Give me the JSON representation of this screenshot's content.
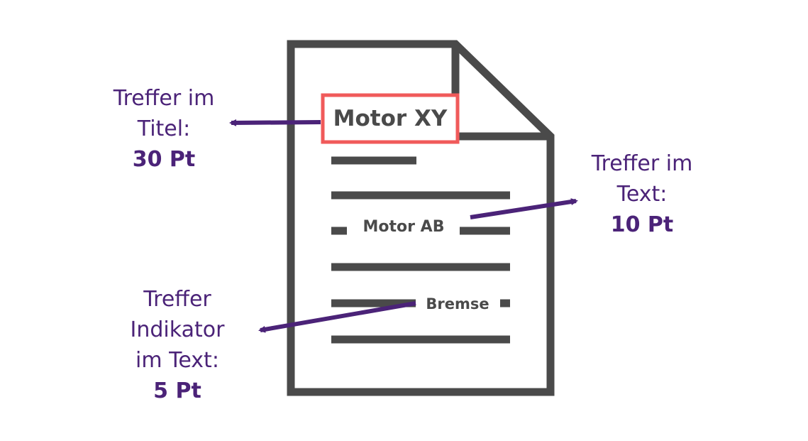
{
  "colors": {
    "document_stroke": "#4a4a4a",
    "highlight_box": "#f05a5a",
    "arrow": "#4b2378",
    "label_text": "#4b2378",
    "background": "#ffffff"
  },
  "document": {
    "title_term": "Motor XY",
    "text_term": "Motor AB",
    "indicator_term": "Bremse"
  },
  "labels": {
    "title_hit": {
      "line1": "Treffer im",
      "line2": "Titel:",
      "score": "30 Pt"
    },
    "text_hit": {
      "line1": "Treffer im",
      "line2": "Text:",
      "score": "10 Pt"
    },
    "indicator_hit": {
      "line1": "Treffer",
      "line2": "Indikator",
      "line3": "im Text:",
      "score": "5 Pt"
    }
  }
}
